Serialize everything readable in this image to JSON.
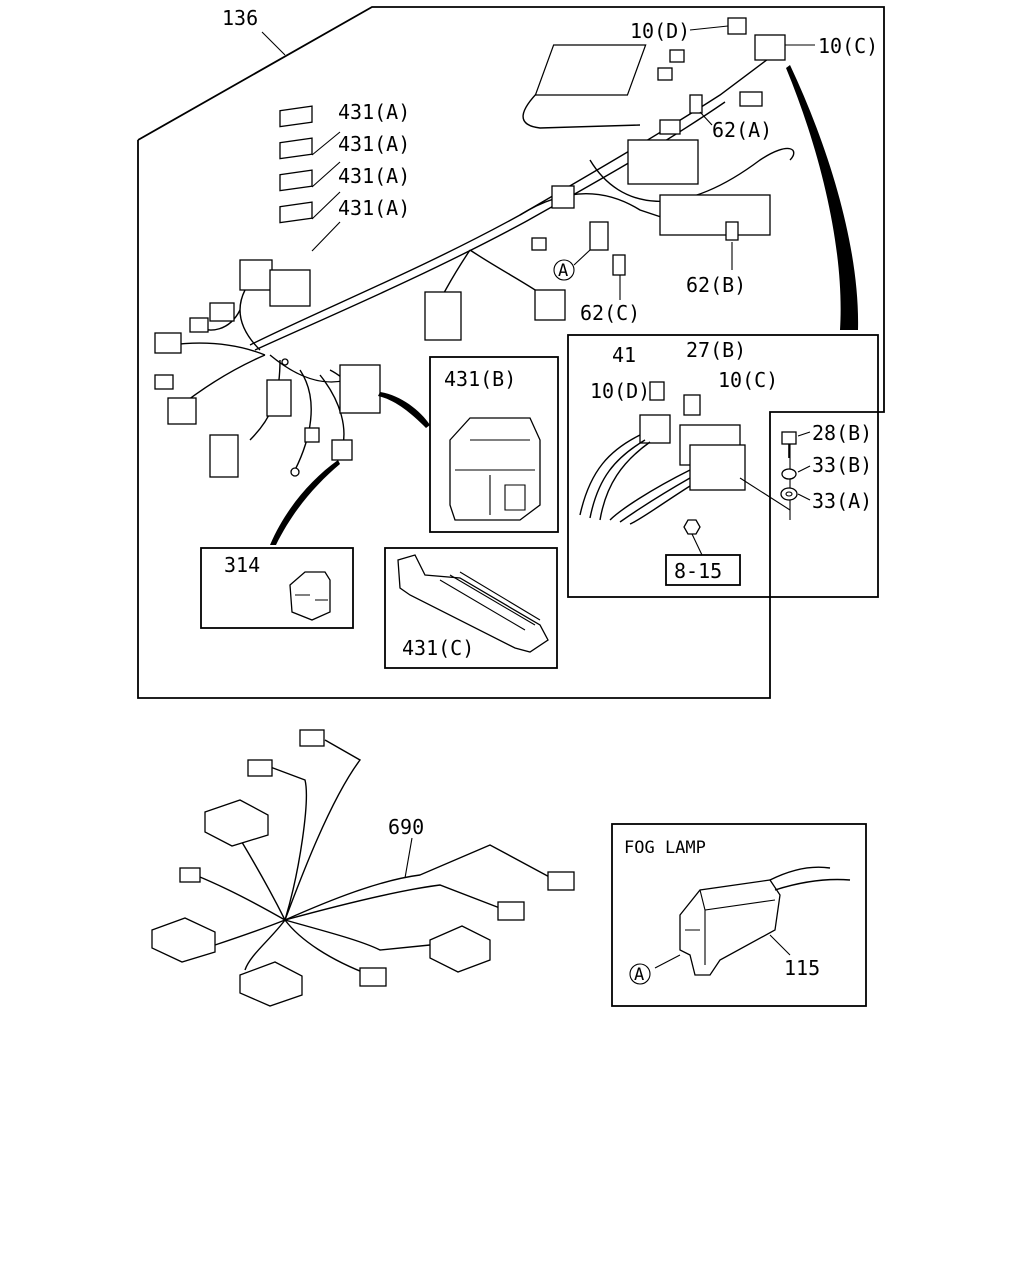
{
  "labels": {
    "main_harness": "136",
    "conn_431a_1": "431(A)",
    "conn_431a_2": "431(A)",
    "conn_431a_3": "431(A)",
    "conn_431a_4": "431(A)",
    "conn_10d_top": "10(D)",
    "conn_10c_top": "10(C)",
    "clip_62a": "62(A)",
    "clip_62b": "62(B)",
    "clip_62c": "62(C)",
    "ref_a_top": "A",
    "conn_431b": "431(B)",
    "conn_431c": "431(C)",
    "conn_314": "314",
    "part_41": "41",
    "part_27b": "27(B)",
    "conn_10d_detail": "10(D)",
    "conn_10c_detail": "10(C)",
    "bolt_28b": "28(B)",
    "washer_33b": "33(B)",
    "washer_33a": "33(A)",
    "ref_8_15": "8-15",
    "harness_690": "690",
    "fog_lamp_title": "FOG LAMP",
    "connector_115": "115",
    "ref_a_fog": "A"
  }
}
